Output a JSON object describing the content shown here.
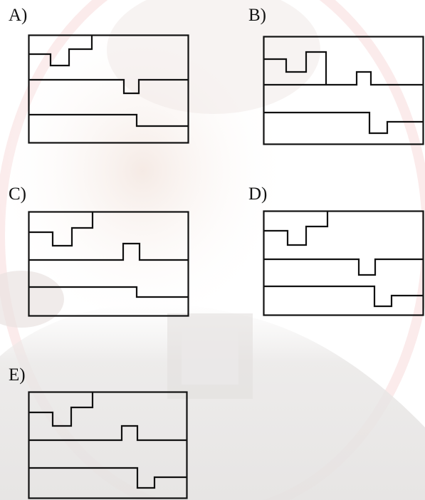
{
  "colors": {
    "line": "#111111",
    "background": "#ffffff",
    "watermark_skin": "#f3e6e0",
    "watermark_dark": "#e9e7e6",
    "watermark_ring": "#f7d9d9"
  },
  "options": [
    {
      "id": "A",
      "label": "A)"
    },
    {
      "id": "B",
      "label": "B)"
    },
    {
      "id": "C",
      "label": "C)"
    },
    {
      "id": "D",
      "label": "D)"
    },
    {
      "id": "E",
      "label": "E)"
    }
  ]
}
